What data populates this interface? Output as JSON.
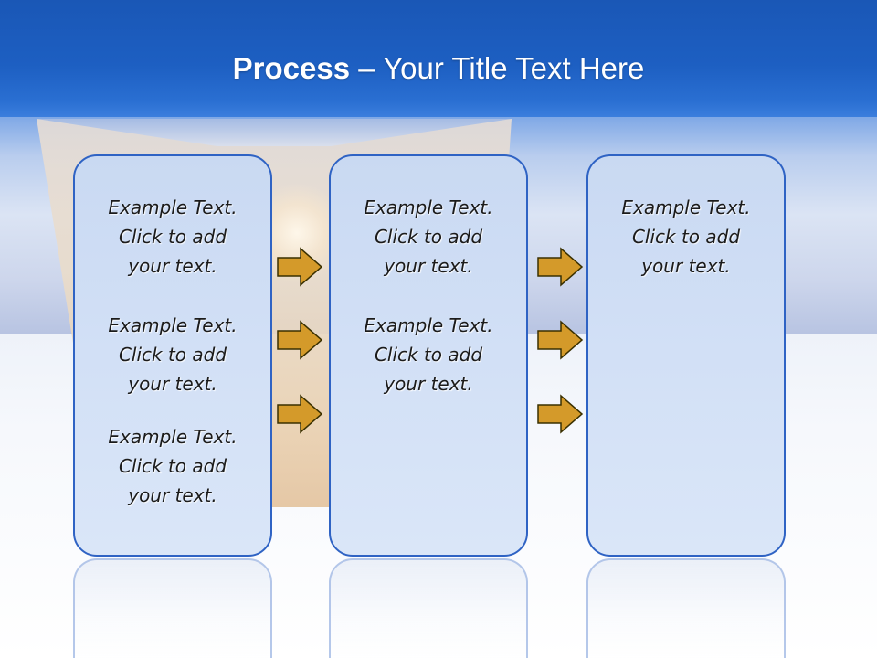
{
  "slide": {
    "title_bold": "Process",
    "title_rest": " – Your Title Text Here"
  },
  "columns": [
    {
      "items": [
        [
          "Example Text.",
          "Click  to add",
          "your text."
        ],
        [
          "Example Text.",
          "Click  to add",
          "your text."
        ],
        [
          "Example Text.",
          "Click  to add",
          "your text."
        ]
      ]
    },
    {
      "items": [
        [
          "Example Text.",
          "Click  to add",
          "your text."
        ],
        [
          "Example Text.",
          "Click  to add",
          "your text."
        ]
      ]
    },
    {
      "items": [
        [
          "Example Text.",
          "Click  to add",
          "your text."
        ]
      ]
    }
  ],
  "colors": {
    "title_bar": "#1d5fc2",
    "box_border": "#2f63c4",
    "box_fill": "#d2e0f6",
    "arrow_fill": "#d49a2a",
    "arrow_stroke": "#3a3000"
  },
  "icons": {
    "arrow": "right-arrow-icon"
  }
}
